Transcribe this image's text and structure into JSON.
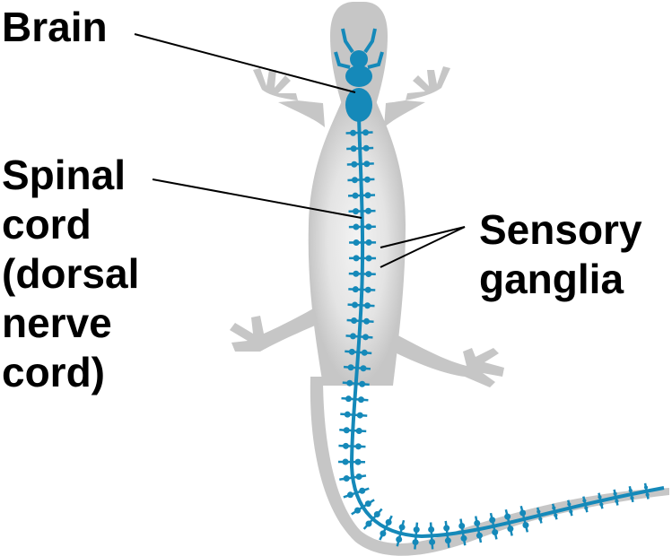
{
  "labels": {
    "brain": "Brain",
    "spinal_cord": [
      "Spinal",
      "cord",
      "(dorsal",
      "nerve",
      "cord)"
    ],
    "sensory_ganglia": [
      "Sensory",
      "ganglia"
    ]
  },
  "colors": {
    "body": "#c6c6c6",
    "body_highlight": "#ededed",
    "nerve": "#1589b9",
    "text": "#000000",
    "leader_line": "#000000"
  }
}
